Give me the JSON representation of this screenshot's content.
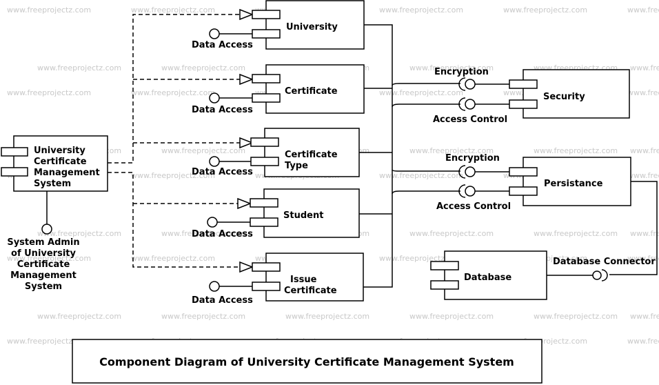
{
  "watermark": "www.freeprojectz.com",
  "components": {
    "university": "University",
    "certificate": "Certificate",
    "certificate_type": [
      "Certificate",
      "Type"
    ],
    "student": "Student",
    "issue_certificate": [
      "Issue",
      "Certificate"
    ],
    "ucms": [
      "University",
      "Certificate",
      "Management",
      "System"
    ],
    "security": "Security",
    "persistance": "Persistance",
    "database": "Database"
  },
  "interfaces": {
    "data_access": "Data Access",
    "encryption": "Encryption",
    "access_control": "Access Control",
    "database_connector": "Database Connector",
    "system_admin": [
      "System Admin",
      "of University",
      "Certificate",
      "Management",
      "System"
    ]
  },
  "caption": "Component Diagram of University Certificate Management System"
}
